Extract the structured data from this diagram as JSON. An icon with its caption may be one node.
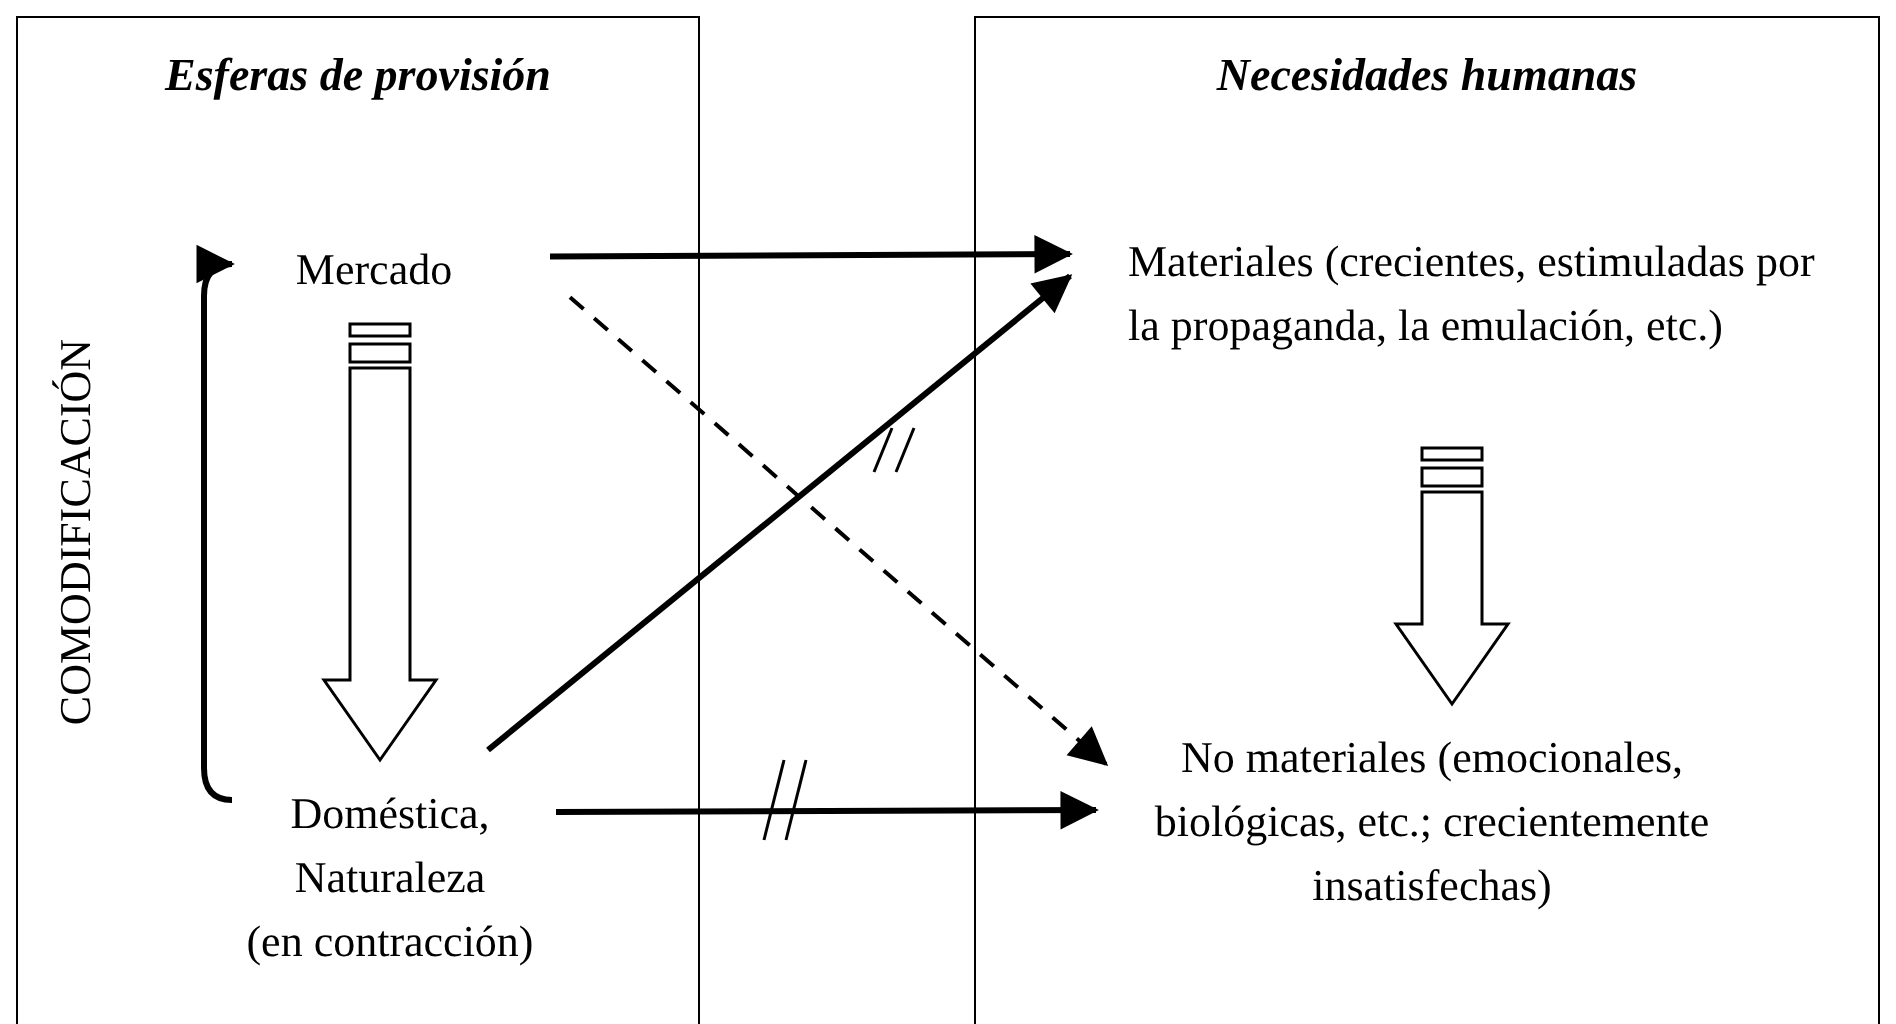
{
  "diagram": {
    "nodes": [
      {
        "text": [
          "Esferas de provisión"
        ]
      },
      {
        "text": [
          "Necesidades humanas"
        ]
      },
      {
        "text": [
          "Mercado"
        ],
        "in": 0
      },
      {
        "text": [
          "Doméstica, Naturaleza",
          "(en contracción)"
        ],
        "in": 0
      },
      {
        "text": [
          "Materiales (crecientes, estimuladas por la propaganda, la emulación, etc.)"
        ],
        "in": 1
      },
      {
        "text": [
          "No materiales (emocionales, biológicas, etc.; crecientemente insatisfechas)"
        ],
        "in": 1
      }
    ],
    "edges": [
      {
        "from": 2,
        "to": 4,
        "arrow": "to"
      },
      {
        "from": 2,
        "to": 5,
        "arrow": "to",
        "style": "dashed"
      },
      {
        "from": 3,
        "to": 4,
        "arrow": "to"
      },
      {
        "from": 3,
        "to": 5,
        "arrow": "to"
      },
      {
        "from": 3,
        "to": 2,
        "arrow": "to",
        "label": "COMODIFICACIÓN"
      },
      {
        "from": 2,
        "to": 3,
        "arrow": "to",
        "style": "thick"
      },
      {
        "from": 4,
        "to": 5,
        "arrow": "to",
        "style": "thick"
      }
    ]
  }
}
